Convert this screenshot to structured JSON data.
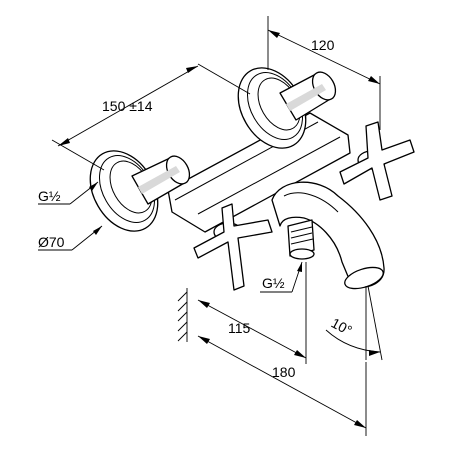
{
  "dimensions": {
    "width_120": "120",
    "width_150": "150 ±14",
    "thread_left": "G½",
    "rosette_dia": "Ø70",
    "thread_outlet": "G½",
    "depth_115": "115",
    "angle": "10°",
    "depth_180": "180"
  },
  "colors": {
    "line": "#000000",
    "shade": "#d9d9d9",
    "background": "#ffffff"
  },
  "icons": {
    "handle_left": "cross-handle-icon",
    "handle_right": "cross-handle-icon",
    "wall": "wall-hatch-icon"
  }
}
